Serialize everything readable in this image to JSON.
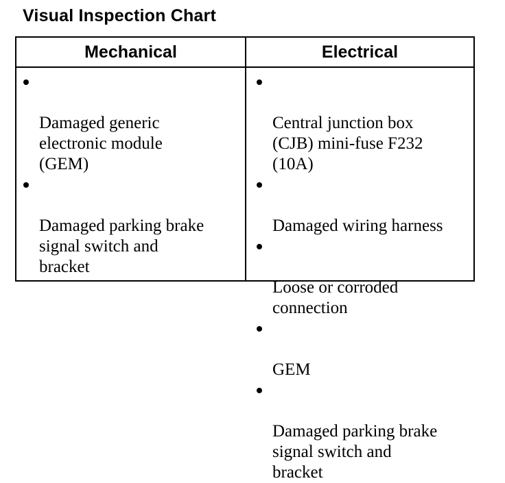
{
  "title": "Visual Inspection Chart",
  "table": {
    "headers": {
      "mechanical": "Mechanical",
      "electrical": "Electrical"
    },
    "mechanical_items": [
      "Damaged generic\nelectronic module\n(GEM)",
      "Damaged parking brake\nsignal switch and\nbracket"
    ],
    "electrical_items": [
      "Central junction box\n(CJB) mini-fuse F232\n(10A)",
      "Damaged wiring harness",
      "Loose or corroded\nconnection",
      "GEM",
      "Damaged parking brake\nsignal switch and\nbracket"
    ]
  }
}
